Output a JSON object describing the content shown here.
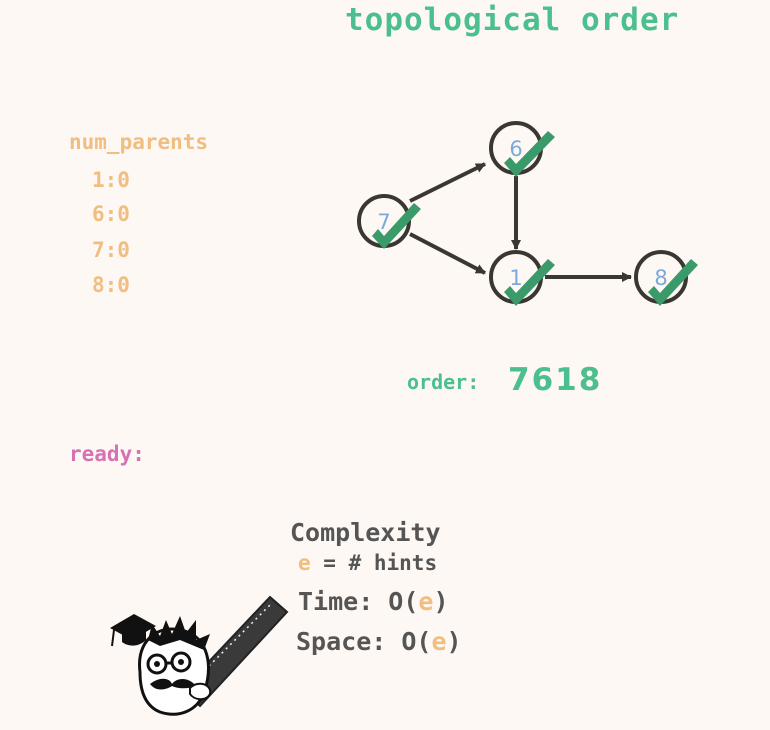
{
  "title": "topological order",
  "num_parents": {
    "label": "num_parents",
    "items": [
      "1:0",
      "6:0",
      "7:0",
      "8:0"
    ]
  },
  "graph": {
    "nodes": [
      {
        "id": "7",
        "label": "7",
        "checked": true
      },
      {
        "id": "6",
        "label": "6",
        "checked": true
      },
      {
        "id": "1",
        "label": "1",
        "checked": true
      },
      {
        "id": "8",
        "label": "8",
        "checked": true
      }
    ],
    "edges": [
      {
        "from": "7",
        "to": "6"
      },
      {
        "from": "7",
        "to": "1"
      },
      {
        "from": "6",
        "to": "1"
      },
      {
        "from": "1",
        "to": "8"
      }
    ]
  },
  "order": {
    "label": "order:",
    "sequence": "7618"
  },
  "ready": {
    "label": "ready:"
  },
  "complexity": {
    "title": "Complexity",
    "def_var": "e",
    "def_rest": " = # hints",
    "time_prefix": "Time: O(",
    "time_var": "e",
    "time_suffix": ")",
    "space_prefix": "Space: O(",
    "space_var": "e",
    "space_suffix": ")"
  },
  "colors": {
    "title": "#4cbf8e",
    "num_parents": "#f0be80",
    "ready": "#d672b4",
    "node_text": "#7aaadd",
    "check": "#3a9a6a",
    "edge": "#3a3632",
    "complexity_text": "#555555"
  },
  "icons": [
    "check-icon",
    "professor-mascot-icon",
    "ruler-icon",
    "graduation-cap-icon"
  ]
}
